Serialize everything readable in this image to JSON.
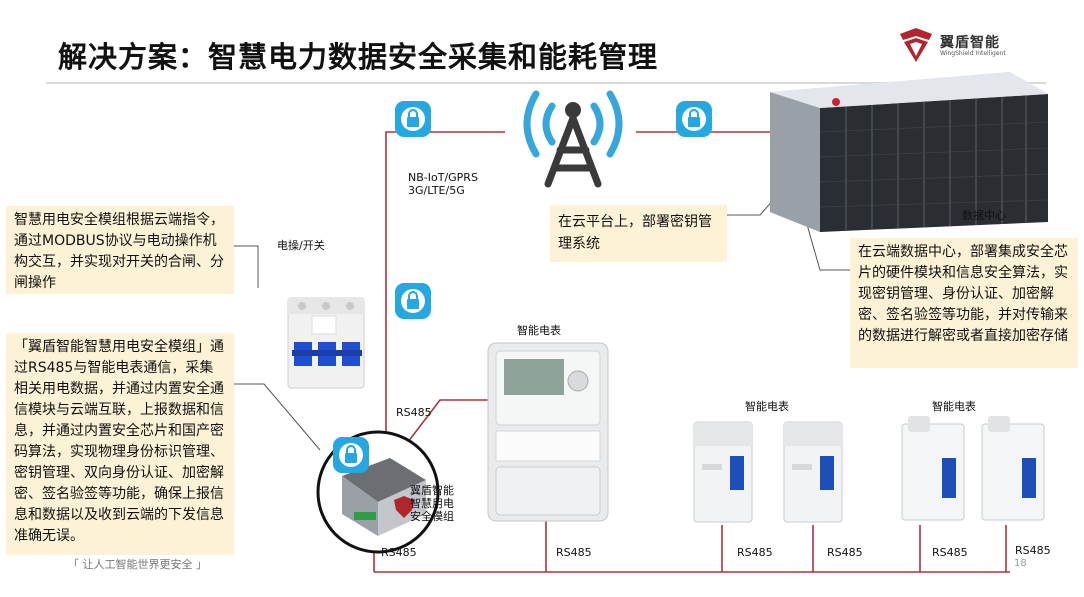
{
  "title": "解决方案：智慧电力数据安全采集和能耗管理",
  "logo": {
    "name": "翼盾智能",
    "subtitle": "WingShield Intelligent"
  },
  "notes": {
    "module_control": "智慧用电安全模组根据云端指令，通过MODBUS协议与电动操作机构交互，并实现对开关的合闸、分闸操作",
    "module_desc": "「翼盾智能智慧用电安全模组」通过RS485与智能电表通信，采集相关用电数据，并通过内置安全通信模块与云端互联，上报数据和信息，并通过内置安全芯片和国产密码算法，实现物理身份标识管理、密钥管理、双向身份认证、加密解密、签名验签等功能，确保上报信息和数据以及收到云端的下发信息准确无误。",
    "cloud_platform": "在云平台上，部署密钥管理系统",
    "datacenter": "在云端数据中心，部署集成安全芯片的硬件模块和信息安全算法，实现密钥管理、身份认证、加密解密、签名验签等功能，并对传输来的数据进行解密或者直接加密存储"
  },
  "labels": {
    "network": "NB-IoT/GPRS\n3G/LTE/5G",
    "breaker": "电操/开关",
    "meter_main": "智能电表",
    "meter_group1": "智能电表",
    "meter_group2": "智能电表",
    "datacenter": "数据中心",
    "module_name": "翼盾智能\n智慧用电\n安全模组",
    "rs485_top": "RS485",
    "rs485_bus": [
      "RS485",
      "RS485",
      "RS485",
      "RS485",
      "RS485",
      "RS485"
    ]
  },
  "footer": "「 让人工智能世界更安全 」",
  "page_number": "18",
  "colors": {
    "wire": "#b0323a",
    "lock": "#25a7e2",
    "note_bg": "#fdf2d6",
    "antenna": "#3a3a3a"
  },
  "icons": [
    "lock-icon",
    "antenna-tower-icon",
    "server-rack",
    "circuit-breaker",
    "electric-meter",
    "din-rail-meter",
    "security-module"
  ]
}
